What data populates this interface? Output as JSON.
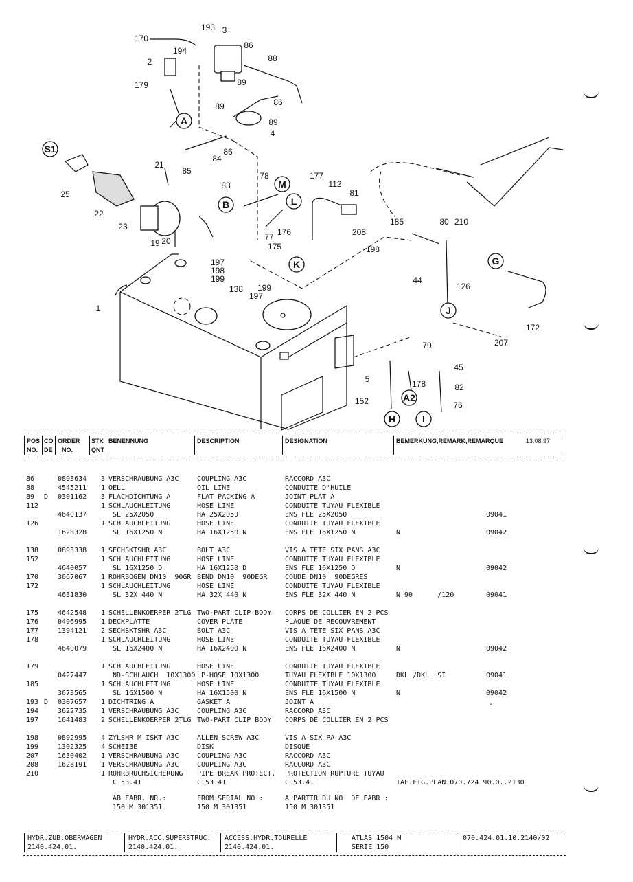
{
  "diagram": {
    "part_labels": [
      "193",
      "3",
      "170",
      "194",
      "86",
      "88",
      "2",
      "89",
      "179",
      "89",
      "86",
      "89",
      "4",
      "A",
      "S1",
      "85",
      "84",
      "86",
      "21",
      "83",
      "78",
      "M",
      "177",
      "112",
      "81",
      "25",
      "22",
      "B",
      "L",
      "23",
      "77",
      "176",
      "208",
      "185",
      "80",
      "210",
      "175",
      "198",
      "19",
      "20",
      "197",
      "198",
      "199",
      "K",
      "44",
      "G",
      "138",
      "199",
      "197",
      "126",
      "1",
      "J",
      "172",
      "207",
      "79",
      "45",
      "5",
      "178",
      "82",
      "152",
      "A2",
      "76",
      "H",
      "I"
    ]
  },
  "header": {
    "pos_no_1": "POS",
    "pos_no_2": "NO.",
    "code_1": "CO",
    "code_2": "DE",
    "order_1": "ORDER",
    "order_2": "NO.",
    "qty_1": "STK",
    "qty_2": "QNT",
    "benennung": "BENENNUNG",
    "description": "DESCRIPTION",
    "designation": "DESIGNATION",
    "remark": "BEMERKUNG,REMARK,REMARQUE",
    "date": "13.08.97"
  },
  "rows": [
    {
      "pos": "86",
      "code": "",
      "order": "0893634",
      "qty": "3",
      "de": "VERSCHRAUBUNG A3C",
      "en": "COUPLING A3C",
      "fr": "RACCORD A3C",
      "rem1": "",
      "rem2": ""
    },
    {
      "pos": "88",
      "code": "",
      "order": "4545211",
      "qty": "1",
      "de": "OELL",
      "en": "OIL LINE",
      "fr": "CONDUITE D'HUILE",
      "rem1": "",
      "rem2": ""
    },
    {
      "pos": "89",
      "code": "D",
      "order": "0301162",
      "qty": "3",
      "de": "FLACHDICHTUNG A",
      "en": "FLAT PACKING A",
      "fr": "JOINT PLAT A",
      "rem1": "",
      "rem2": ""
    },
    {
      "pos": "112",
      "code": "",
      "order": "",
      "qty": "1",
      "de": "SCHLAUCHLEITUNG",
      "en": "HOSE LINE",
      "fr": "CONDUITE TUYAU FLEXIBLE",
      "rem1": "",
      "rem2": ""
    },
    {
      "pos": "",
      "code": "",
      "order": "4640137",
      "qty": "",
      "de": " SL 25X2050",
      "en": "HA 25X2050",
      "fr": "ENS FLE 25X2050",
      "rem1": "",
      "rem2": "09041"
    },
    {
      "pos": "126",
      "code": "",
      "order": "",
      "qty": "1",
      "de": "SCHLAUCHLEITUNG",
      "en": "HOSE LINE",
      "fr": "CONDUITE TUYAU FLEXIBLE",
      "rem1": "",
      "rem2": ""
    },
    {
      "pos": "",
      "code": "",
      "order": "1628328",
      "qty": "",
      "de": " SL 16X1250 N",
      "en": "HA 16X1250 N",
      "fr": "ENS FLE 16X1250 N",
      "rem1": "N",
      "rem2": "09042"
    },
    {
      "pos": "138",
      "code": "",
      "order": "0893338",
      "qty": "1",
      "de": "SECHSKTSHR A3C",
      "en": "BOLT A3C",
      "fr": "VIS A TETE SIX PANS A3C",
      "rem1": "",
      "rem2": ""
    },
    {
      "pos": "152",
      "code": "",
      "order": "",
      "qty": "1",
      "de": "SCHLAUCHLEITUNG",
      "en": "HOSE LINE",
      "fr": "CONDUITE TUYAU FLEXIBLE",
      "rem1": "",
      "rem2": ""
    },
    {
      "pos": "",
      "code": "",
      "order": "4640057",
      "qty": "",
      "de": " SL 16X1250 D",
      "en": "HA 16X1250 D",
      "fr": "ENS FLE 16X1250 D",
      "rem1": "N",
      "rem2": "09042"
    },
    {
      "pos": "170",
      "code": "",
      "order": "3667067",
      "qty": "1",
      "de": "ROHRBOGEN DN10  90GR",
      "en": "BEND DN10  90DEGR",
      "fr": "COUDE DN10  90DEGRES",
      "rem1": "",
      "rem2": ""
    },
    {
      "pos": "172",
      "code": "",
      "order": "",
      "qty": "1",
      "de": "SCHLAUCHLEITUNG",
      "en": "HOSE LINE",
      "fr": "CONDUITE TUYAU FLEXIBLE",
      "rem1": "",
      "rem2": ""
    },
    {
      "pos": "",
      "code": "",
      "order": "4631830",
      "qty": "",
      "de": " SL 32X 440 N",
      "en": "HA 32X 440 N",
      "fr": "ENS FLE 32X 440 N",
      "rem1": "N 90      /120",
      "rem2": "09041"
    },
    {
      "pos": "175",
      "code": "",
      "order": "4642548",
      "qty": "1",
      "de": "SCHELLENKOERPER 2TLG",
      "en": "TWO-PART CLIP BODY",
      "fr": "CORPS DE COLLIER EN 2 PCS",
      "rem1": "",
      "rem2": ""
    },
    {
      "pos": "176",
      "code": "",
      "order": "0496995",
      "qty": "1",
      "de": "DECKPLATTE",
      "en": "COVER PLATE",
      "fr": "PLAQUE DE RECOUVREMENT",
      "rem1": "",
      "rem2": ""
    },
    {
      "pos": "177",
      "code": "",
      "order": "1394121",
      "qty": "2",
      "de": "SECHSKTSHR A3C",
      "en": "BOLT A3C",
      "fr": "VIS A TETE SIX PANS A3C",
      "rem1": "",
      "rem2": ""
    },
    {
      "pos": "178",
      "code": "",
      "order": "",
      "qty": "1",
      "de": "SCHLAUCHLEITUNG",
      "en": "HOSE LINE",
      "fr": "CONDUITE TUYAU FLEXIBLE",
      "rem1": "",
      "rem2": ""
    },
    {
      "pos": "",
      "code": "",
      "order": "4640079",
      "qty": "",
      "de": " SL 16X2400 N",
      "en": "HA 16X2400 N",
      "fr": "ENS FLE 16X2400 N",
      "rem1": "N",
      "rem2": "09042"
    },
    {
      "pos": "179",
      "code": "",
      "order": "",
      "qty": "1",
      "de": "SCHLAUCHLEITUNG",
      "en": "HOSE LINE",
      "fr": "CONDUITE TUYAU FLEXIBLE",
      "rem1": "",
      "rem2": ""
    },
    {
      "pos": "",
      "code": "",
      "order": "0427447",
      "qty": "",
      "de": " ND-SCHLAUCH  10X1300",
      "en": "LP-HOSE 10X1300",
      "fr": "TUYAU FLEXIBLE 10X1300",
      "rem1": "DKL /DKL  SI",
      "rem2": "09041"
    },
    {
      "pos": "185",
      "code": "",
      "order": "",
      "qty": "1",
      "de": "SCHLAUCHLEITUNG",
      "en": "HOSE LINE",
      "fr": "CONDUITE TUYAU FLEXIBLE",
      "rem1": "",
      "rem2": ""
    },
    {
      "pos": "",
      "code": "",
      "order": "3673565",
      "qty": "",
      "de": " SL 16X1500 N",
      "en": "HA 16X1500 N",
      "fr": "ENS FLE 16X1500 N",
      "rem1": "N",
      "rem2": "09042"
    },
    {
      "pos": "193",
      "code": "D",
      "order": "0307657",
      "qty": "1",
      "de": "DICHTRING A",
      "en": "GASKET A",
      "fr": "JOINT A",
      "rem1": "",
      "rem2": ""
    },
    {
      "pos": "194",
      "code": "",
      "order": "3622735",
      "qty": "1",
      "de": "VERSCHRAUBUNG A3C",
      "en": "COUPLING A3C",
      "fr": "RACCORD A3C",
      "rem1": "",
      "rem2": ""
    },
    {
      "pos": "197",
      "code": "",
      "order": "1641483",
      "qty": "2",
      "de": "SCHELLENKOERPER 2TLG",
      "en": "TWO-PART CLIP BODY",
      "fr": "CORPS DE COLLIER EN 2 PCS",
      "rem1": "",
      "rem2": ""
    },
    {
      "pos": "198",
      "code": "",
      "order": "0892995",
      "qty": "4",
      "de": "ZYLSHR M ISKT A3C",
      "en": "ALLEN SCREW A3C",
      "fr": "VIS A SIX PA A3C",
      "rem1": "",
      "rem2": ""
    },
    {
      "pos": "199",
      "code": "",
      "order": "1302325",
      "qty": "4",
      "de": "SCHEIBE",
      "en": "DISK",
      "fr": "DISQUE",
      "rem1": "",
      "rem2": ""
    },
    {
      "pos": "207",
      "code": "",
      "order": "1630402",
      "qty": "1",
      "de": "VERSCHRAUBUNG A3C",
      "en": "COUPLING A3C",
      "fr": "RACCORD A3C",
      "rem1": "",
      "rem2": ""
    },
    {
      "pos": "208",
      "code": "",
      "order": "1628191",
      "qty": "1",
      "de": "VERSCHRAUBUNG A3C",
      "en": "COUPLING A3C",
      "fr": "RACCORD A3C",
      "rem1": "",
      "rem2": ""
    },
    {
      "pos": "210",
      "code": "",
      "order": "",
      "qty": "1",
      "de": "ROHRBRUCHSICHERUNG",
      "en": "PIPE BREAK PROTECT.",
      "fr": "PROTECTION RUPTURE TUYAU",
      "rem1": "",
      "rem2": ""
    },
    {
      "pos": "",
      "code": "",
      "order": "",
      "qty": "",
      "de": " C 53.41",
      "en": "C 53.41",
      "fr": "C 53.41",
      "rem1": "TAF.FIG.PLAN.070.724.90.0..2130",
      "rem2": ""
    },
    {
      "pos": "",
      "code": "",
      "order": "",
      "qty": "",
      "de": " AB FABR. NR.:",
      "en": "FROM SERIAL NO.:",
      "fr": "A PARTIR DU NO. DE FABR.:",
      "rem1": "",
      "rem2": ""
    },
    {
      "pos": "",
      "code": "",
      "order": "",
      "qty": "",
      "de": " 150 M 301351",
      "en": "150 M 301351",
      "fr": "150 M 301351",
      "rem1": "",
      "rem2": ""
    }
  ],
  "row_mark": ".",
  "footer": {
    "de_1": "HYDR.ZUB.OBERWAGEN",
    "de_2": "2140.424.01.",
    "en_1": "HYDR.ACC.SUPERSTRUC.",
    "en_2": "2140.424.01.",
    "fr_1": "ACCESS.HYDR.TOURELLE",
    "fr_2": "2140.424.01.",
    "model_1": "ATLAS 1504 M",
    "model_2": "SERIE 150",
    "number": "070.424.01.10.2140/02"
  }
}
